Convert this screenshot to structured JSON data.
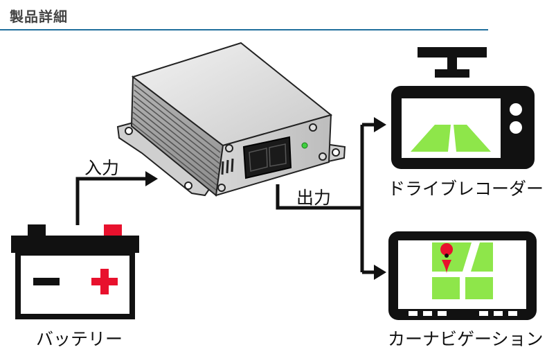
{
  "header": {
    "title": "製品詳細"
  },
  "labels": {
    "input": "入力",
    "output": "出力",
    "drive_recorder": "ドライブレコーダー",
    "car_navigation": "カーナビゲーション",
    "battery": "バッテリー"
  },
  "colors": {
    "heading_rule": "#1f6f9c",
    "screen_green": "#8ee64a",
    "battery_plus": "#e8112d",
    "led": "#3fcf3f"
  },
  "icons": {
    "device": "converter-box-icon",
    "drive_recorder": "dashcam-icon",
    "navigation": "car-navigation-icon",
    "battery": "car-battery-icon"
  }
}
